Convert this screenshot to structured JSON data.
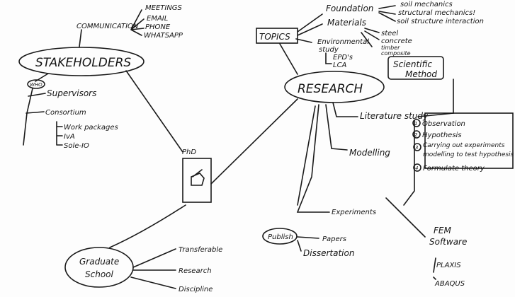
{
  "stakeholders": {
    "label": "STAKEHOLDERS",
    "communication": {
      "label": "COMMUNICATION",
      "items": [
        "MEETINGS",
        "EMAIL",
        "PHONE",
        "WHATSAPP"
      ]
    },
    "who": "WHO",
    "supervisors": "Supervisors",
    "consortium": {
      "label": "Consortium",
      "items": [
        "Work packages",
        "IvA",
        "Sole-IO"
      ]
    }
  },
  "phd": {
    "label": "PhD"
  },
  "graduate_school": {
    "label_line1": "Graduate",
    "label_line2": "School",
    "items": [
      "Transferable",
      "Research",
      "Discipline"
    ]
  },
  "topics": {
    "label": "TOPICS",
    "foundation": {
      "label": "Foundation",
      "items": [
        "soil mechanics",
        "structural mechanics!",
        "soil structure interaction"
      ]
    },
    "materials": {
      "label": "Materials",
      "items": [
        "steel",
        "concrete",
        "timber",
        "composite"
      ]
    },
    "environmental": {
      "label_line1": "Environmental",
      "label_line2": "study",
      "items": [
        "EPD's",
        "LCA"
      ]
    }
  },
  "research": {
    "label": "RESEARCH",
    "scientific_method": {
      "label_line1": "Scientific",
      "label_line2": "Method",
      "steps": [
        "1",
        "2",
        "3",
        "4"
      ],
      "step_labels": [
        "Observation",
        "Hypothesis",
        "Carrying out experiments",
        "modelling to test hypothesis",
        "Formulate theory"
      ]
    },
    "literature": "Literature study",
    "modelling": "Modelling",
    "experiments": "Experiments",
    "publish": {
      "label": "Publish",
      "items": [
        "Papers",
        "Dissertation"
      ]
    },
    "fem": {
      "label_line1": "FEM",
      "label_line2": "Software",
      "items": [
        "PLAXIS",
        "ABAQUS"
      ]
    }
  }
}
